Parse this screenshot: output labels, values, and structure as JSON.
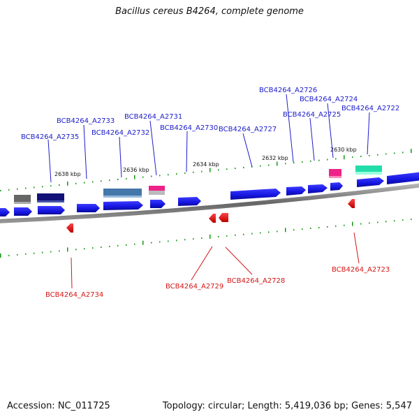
{
  "title": "Bacillus cereus B4264, complete genome",
  "footer": {
    "accession": "Accession: NC_011725",
    "topology": "Topology: circular; Length: 5,419,036 bp; Genes: 5,547"
  },
  "scale_labels": [
    "2638 kbp",
    "2636 kbp",
    "2634 kbp",
    "2632 kbp",
    "2630 kbp"
  ],
  "top_labels": [
    "BCB4264_A2735",
    "BCB4264_A2733",
    "BCB4264_A2732",
    "BCB4264_A2731",
    "BCB4264_A2730",
    "BCB4264_A2727",
    "BCB4264_A2726",
    "BCB4264_A2725",
    "BCB4264_A2724",
    "BCB4264_A2722"
  ],
  "bottom_labels": [
    "BCB4264_A2734",
    "BCB4264_A2729",
    "BCB4264_A2728",
    "BCB4264_A2723"
  ],
  "colors": {
    "forward_gene": "#1a1aee",
    "reverse_gene": "#ee1111",
    "top_label": "#1c1ccc",
    "bottom_label": "#d41616",
    "tick": "#119911",
    "backbone": "#777777",
    "pseudo_pink": "#ee2288",
    "teal": "#22ddaa",
    "steel": "#4477aa",
    "navy": "#111177",
    "gray": "#666666"
  }
}
